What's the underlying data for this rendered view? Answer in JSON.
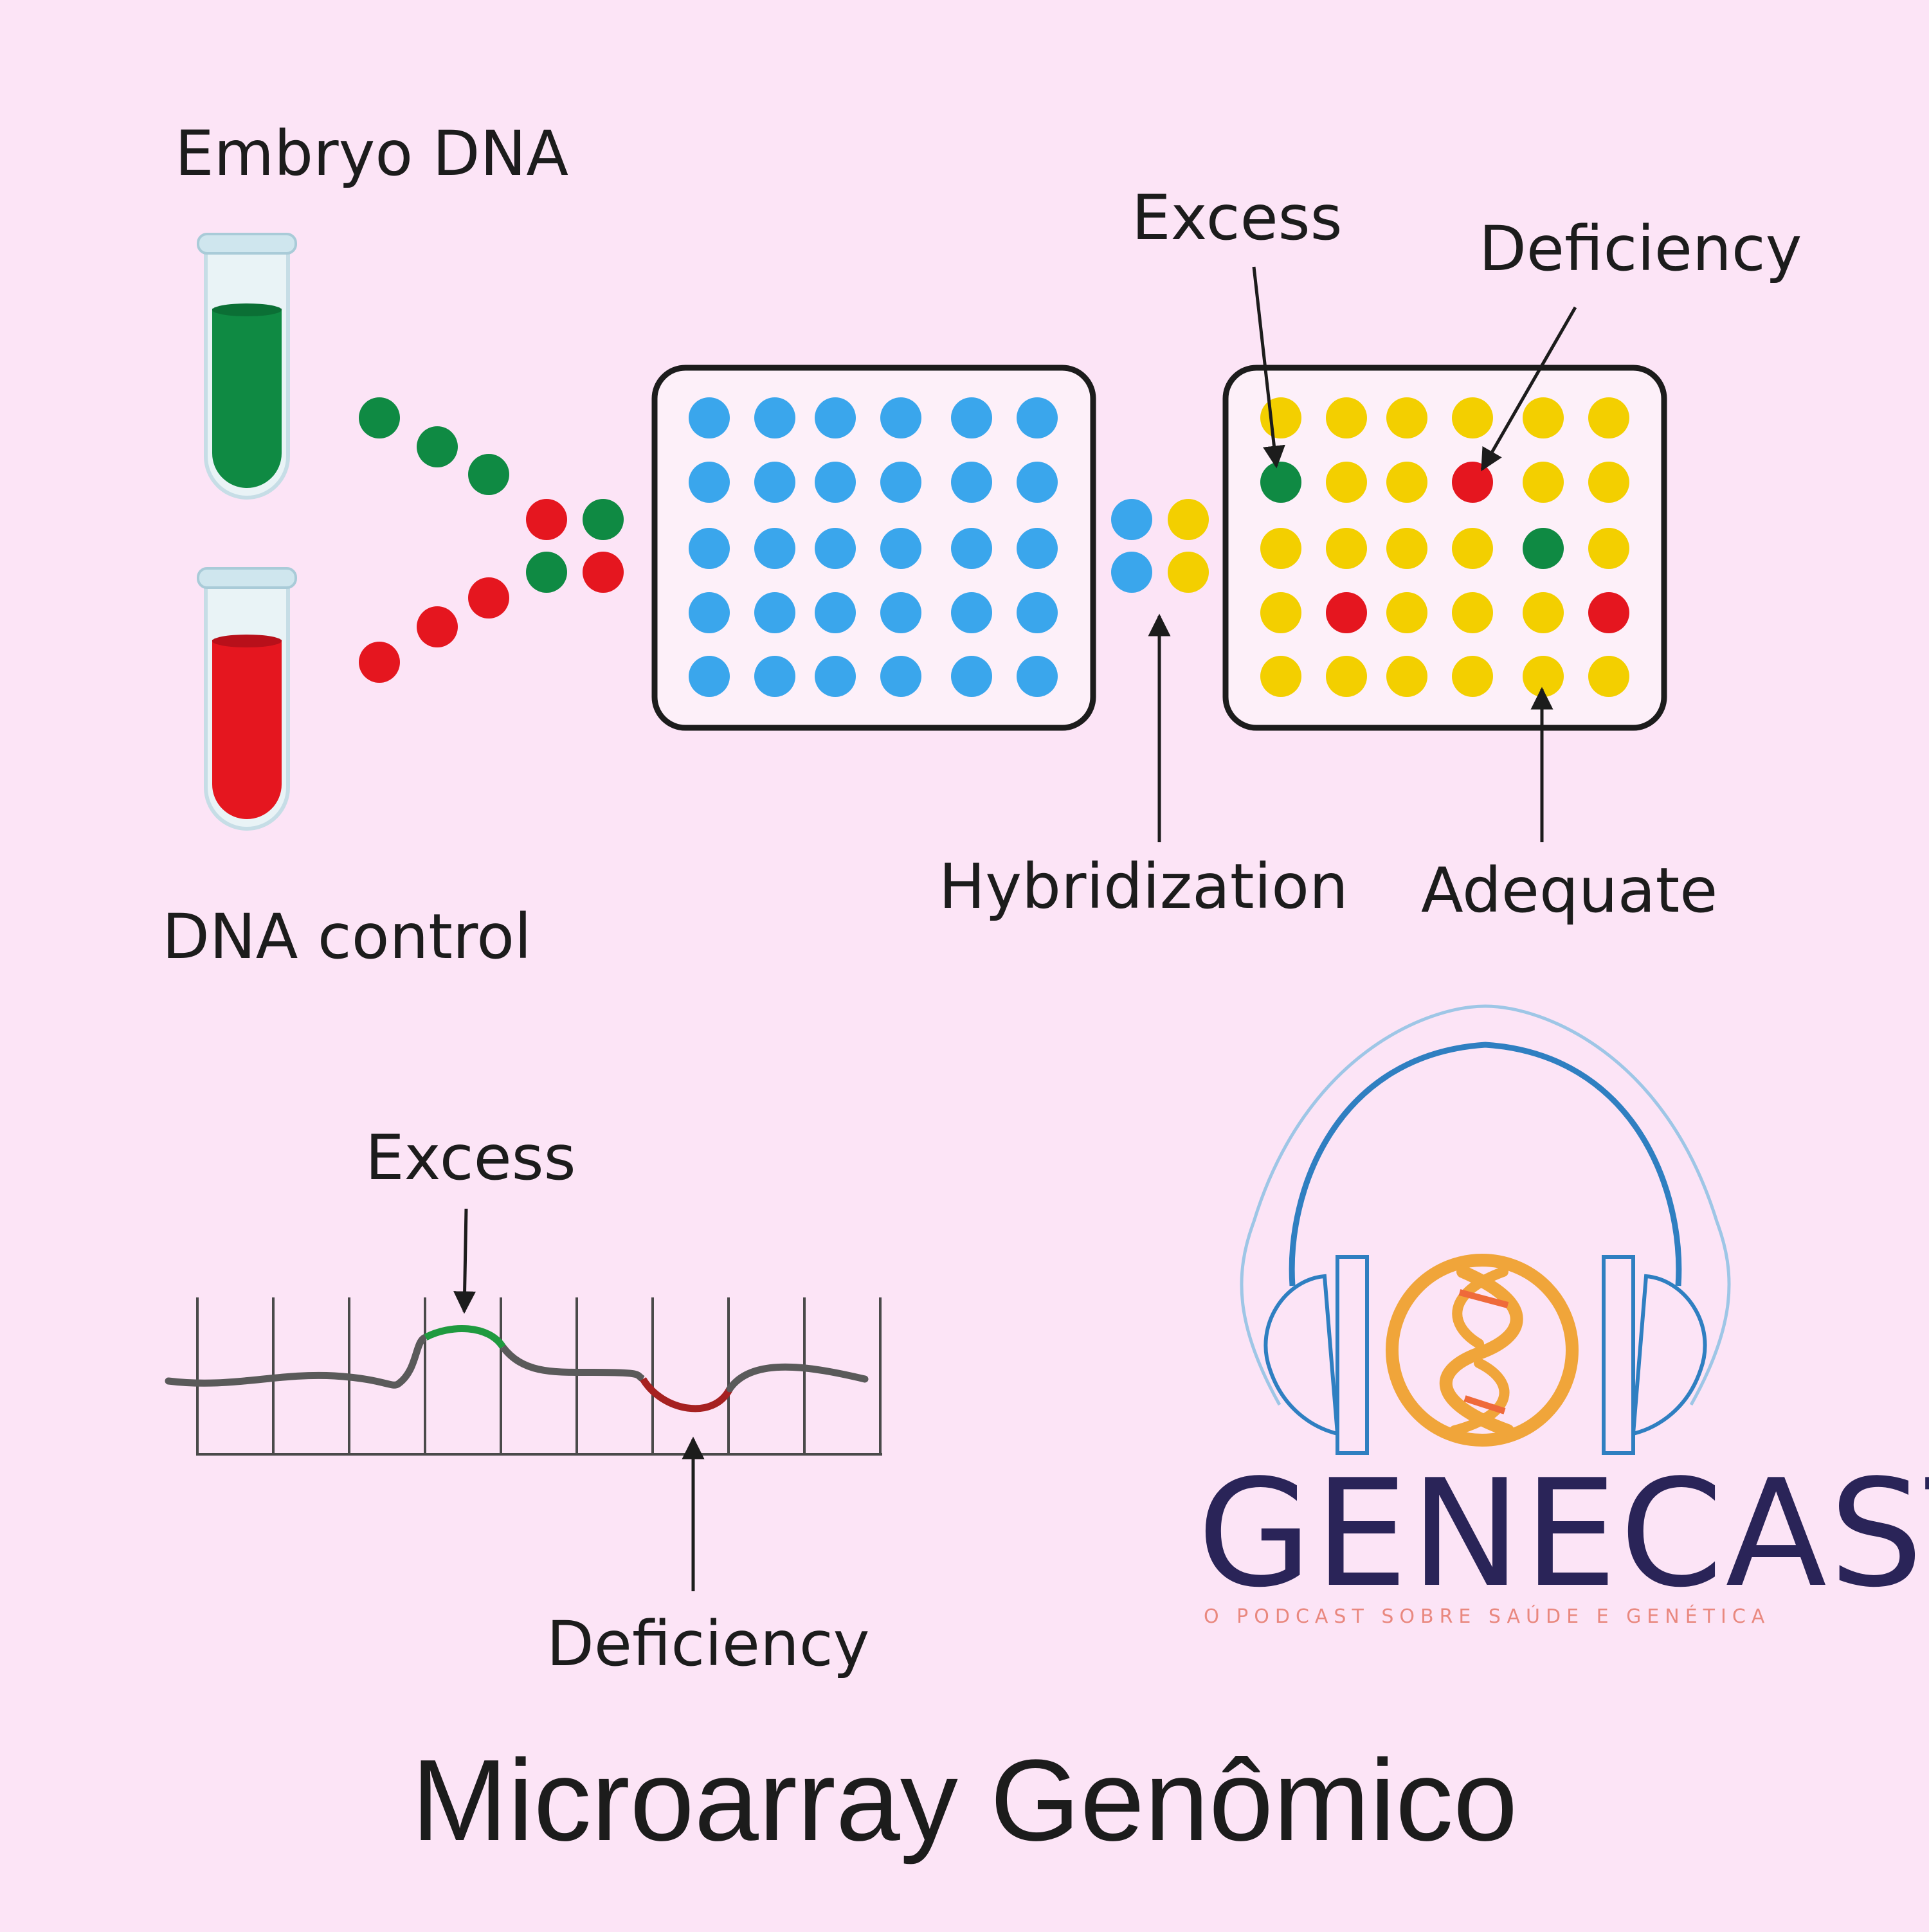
{
  "labels": {
    "embryo_dna": "Embryo DNA",
    "dna_control": "DNA control",
    "excess_top": "Excess",
    "deficiency_top": "Deficiency",
    "hybridization": "Hybridization",
    "adequate": "Adequate",
    "excess_graph": "Excess",
    "deficiency_graph": "Deficiency"
  },
  "title": "Microarray Genômico",
  "logo": {
    "brand": "GENECAST",
    "tagline": "O PODCAST SOBRE SAÚDE E GENÉTICA"
  },
  "colors": {
    "background": "#fce4f6",
    "green": "#0f8a43",
    "red": "#e5161f",
    "blue": "#3aa6ec",
    "yellow": "#f3cf00",
    "outline": "#1c1c1c",
    "curve": "#5a5a5a",
    "logo_blue": "#2f7fc1",
    "logo_orange": "#f0a53a",
    "logo_navy": "#2a2458",
    "logo_tag": "#e9887f"
  },
  "result_grid": [
    [
      "Y",
      "Y",
      "Y",
      "Y",
      "Y",
      "Y"
    ],
    [
      "G",
      "Y",
      "Y",
      "R",
      "Y",
      "Y"
    ],
    [
      "Y",
      "Y",
      "Y",
      "Y",
      "G",
      "Y"
    ],
    [
      "Y",
      "R",
      "Y",
      "Y",
      "Y",
      "R"
    ],
    [
      "Y",
      "Y",
      "Y",
      "Y",
      "Y",
      "Y"
    ]
  ],
  "probe_grid": {
    "rows": 5,
    "cols": 6
  }
}
